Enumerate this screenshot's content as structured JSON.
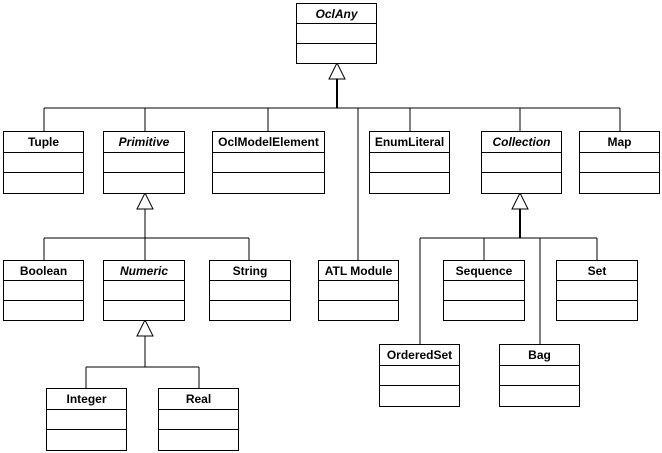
{
  "classes": {
    "oclany": {
      "name": "OclAny",
      "abstract": true
    },
    "tuple": {
      "name": "Tuple",
      "abstract": false
    },
    "primitive": {
      "name": "Primitive",
      "abstract": true
    },
    "oclmodelelement": {
      "name": "OclModelElement",
      "abstract": false
    },
    "enumliteral": {
      "name": "EnumLiteral",
      "abstract": false
    },
    "collection": {
      "name": "Collection",
      "abstract": true
    },
    "map": {
      "name": "Map",
      "abstract": false
    },
    "boolean": {
      "name": "Boolean",
      "abstract": false
    },
    "numeric": {
      "name": "Numeric",
      "abstract": true
    },
    "string": {
      "name": "String",
      "abstract": false
    },
    "atlmodule": {
      "name": "ATL Module",
      "abstract": false
    },
    "sequence": {
      "name": "Sequence",
      "abstract": false
    },
    "set": {
      "name": "Set",
      "abstract": false
    },
    "orderedset": {
      "name": "OrderedSet",
      "abstract": false
    },
    "bag": {
      "name": "Bag",
      "abstract": false
    },
    "integer": {
      "name": "Integer",
      "abstract": false
    },
    "real": {
      "name": "Real",
      "abstract": false
    }
  },
  "generalizations": [
    {
      "parent": "oclany",
      "children": [
        "tuple",
        "primitive",
        "oclmodelelement",
        "atlmodule",
        "enumliteral",
        "collection",
        "map"
      ]
    },
    {
      "parent": "primitive",
      "children": [
        "boolean",
        "numeric",
        "string"
      ]
    },
    {
      "parent": "numeric",
      "children": [
        "integer",
        "real"
      ]
    },
    {
      "parent": "collection",
      "children": [
        "orderedset",
        "sequence",
        "bag",
        "set"
      ]
    }
  ]
}
